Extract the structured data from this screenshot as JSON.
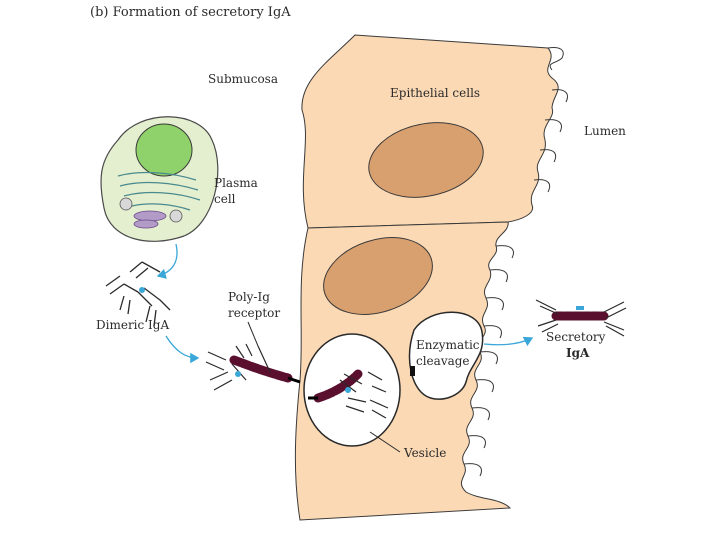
{
  "title": "(b) Formation of secretory IgA",
  "labels": {
    "submucosa": "Submucosa",
    "epithelial_cells": "Epithelial cells",
    "lumen": "Lumen",
    "plasma_cell_1": "Plasma",
    "plasma_cell_2": "cell",
    "dimeric_iga": "Dimeric IgA",
    "poly_ig_receptor_1": "Poly-Ig",
    "poly_ig_receptor_2": "receptor",
    "enzymatic_cleavage_1": "Enzymatic",
    "enzymatic_cleavage_2": "cleavage",
    "secretory_iga_1": "Secretory",
    "secretory_iga_2": "IgA",
    "vesicle": "Vesicle"
  },
  "colors": {
    "epithelium": "#fbd9b4",
    "nucleus": "#d9a06f",
    "plasma_cytoplasm": "#e4efcf",
    "plasma_nucleus": "#8fd16a",
    "receptor": "#5a0f2e",
    "arrow": "#3aa7d8"
  }
}
